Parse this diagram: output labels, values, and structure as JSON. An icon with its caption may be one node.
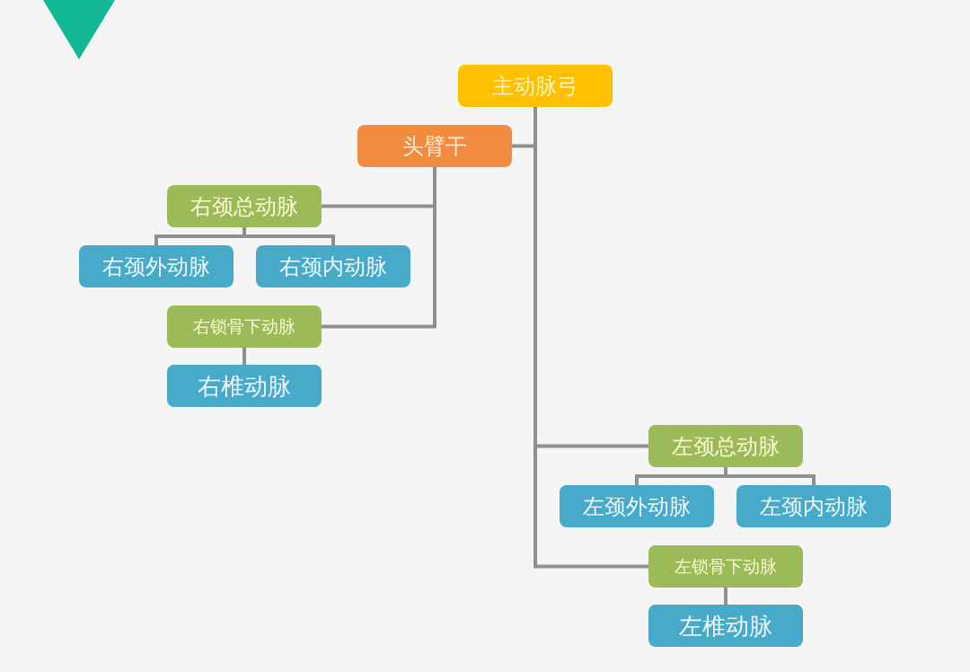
{
  "diagram": {
    "nodes": [
      {
        "text": [
          "主动脉弓"
        ]
      },
      {
        "text": [
          "头臂干"
        ]
      },
      {
        "text": [
          "右颈总动脉"
        ]
      },
      {
        "text": [
          "右颈外动脉"
        ]
      },
      {
        "text": [
          "右颈内动脉"
        ]
      },
      {
        "text": [
          "右锁骨下动脉"
        ]
      },
      {
        "text": [
          "右椎动脉"
        ]
      },
      {
        "text": [
          "左颈总动脉"
        ]
      },
      {
        "text": [
          "左颈外动脉"
        ]
      },
      {
        "text": [
          "左颈内动脉"
        ]
      },
      {
        "text": [
          "左锁骨下动脉"
        ]
      },
      {
        "text": [
          "左椎动脉"
        ]
      }
    ],
    "edges": [
      {
        "from": 0,
        "to": 1,
        "arrow": "none"
      },
      {
        "from": 0,
        "to": 7,
        "arrow": "none"
      },
      {
        "from": 0,
        "to": 10,
        "arrow": "none"
      },
      {
        "from": 1,
        "to": 2,
        "arrow": "none"
      },
      {
        "from": 1,
        "to": 5,
        "arrow": "none"
      },
      {
        "from": 2,
        "to": 3,
        "arrow": "none"
      },
      {
        "from": 2,
        "to": 4,
        "arrow": "none"
      },
      {
        "from": 5,
        "to": 6,
        "arrow": "none"
      },
      {
        "from": 7,
        "to": 8,
        "arrow": "none"
      },
      {
        "from": 7,
        "to": 9,
        "arrow": "none"
      },
      {
        "from": 10,
        "to": 11,
        "arrow": "none"
      }
    ]
  }
}
